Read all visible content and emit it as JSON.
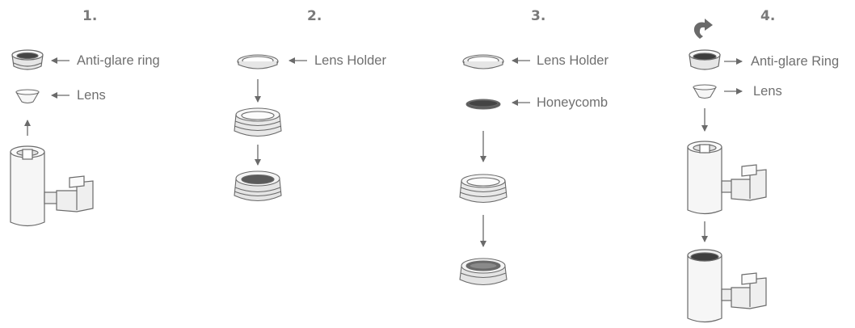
{
  "steps": [
    {
      "number": "1.",
      "labels": {
        "ring": "Anti-glare ring",
        "lens": "Lens"
      }
    },
    {
      "number": "2.",
      "labels": {
        "holder": "Lens Holder"
      }
    },
    {
      "number": "3.",
      "labels": {
        "holder": "Lens Holder",
        "honeycomb": "Honeycomb"
      }
    },
    {
      "number": "4.",
      "labels": {
        "ring": "Anti-glare Ring",
        "lens": "Lens"
      }
    }
  ],
  "colors": {
    "line": "#6a6a6a",
    "fill_light": "#f4f4f4",
    "fill_mid": "#d8d8d8",
    "fill_dark": "#555555"
  },
  "icons": [
    "rotate-arrow-icon",
    "arrow-icon"
  ]
}
